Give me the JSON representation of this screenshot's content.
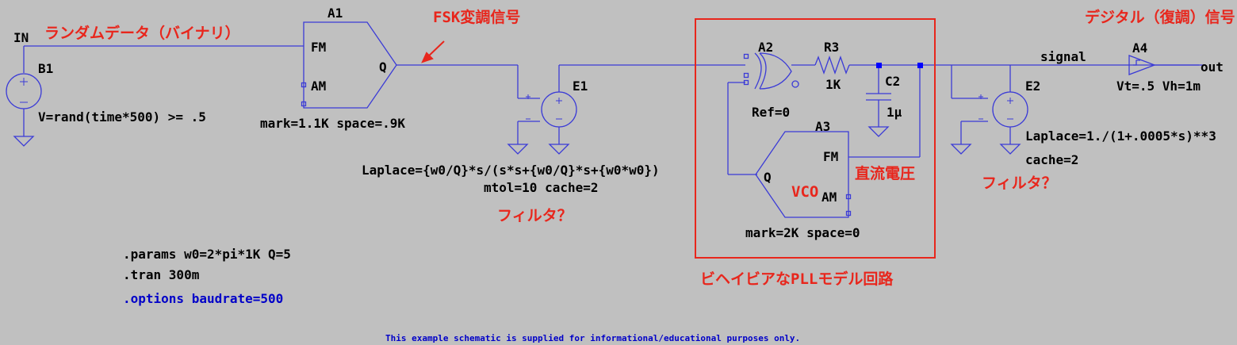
{
  "colors": {
    "wire": "#3b3bd6",
    "text": "#000000",
    "annotation": "#e8261c",
    "directive": "#0000c8",
    "background": "#c0c0c0"
  },
  "components": {
    "b1": {
      "name": "B1",
      "value": "V=rand(time*500) >= .5"
    },
    "a1": {
      "name": "A1",
      "pin_fm": "FM",
      "pin_am": "AM",
      "pin_q": "Q",
      "params": "mark=1.1K space=.9K"
    },
    "e1": {
      "name": "E1",
      "laplace": "Laplace={w0/Q}*s/(s*s+{w0/Q}*s+{w0*w0})",
      "opts": "mtol=10 cache=2"
    },
    "a2": {
      "name": "A2",
      "ref": "Ref=0"
    },
    "r3": {
      "name": "R3",
      "value": "1K"
    },
    "c2": {
      "name": "C2",
      "value": "1μ"
    },
    "a3": {
      "name": "A3",
      "pin_fm": "FM",
      "pin_am": "AM",
      "pin_q": "Q",
      "params": "mark=2K space=0"
    },
    "e2": {
      "name": "E2",
      "laplace": "Laplace=1./(1+.0005*s)**3",
      "opts": "cache=2"
    },
    "a4": {
      "name": "A4",
      "params": "Vt=.5 Vh=1m"
    }
  },
  "net_labels": {
    "in": "IN",
    "signal": "signal",
    "out": "out"
  },
  "annotations": {
    "random_data": "ランダムデータ（バイナリ）",
    "fsk_signal": "FSK変調信号",
    "filter_1": "フィルタ？",
    "vco": "VCO",
    "dc_voltage": "直流電圧",
    "pll_circuit": "ビヘイビアなPLLモデル回路",
    "filter_2": "フィルタ？",
    "demod_signal": "デジタル（復調）信号"
  },
  "directives": {
    "params": ".params w0=2*pi*1K Q=5",
    "tran": ".tran 300m",
    "options": ".options baudrate=500"
  },
  "footer": "This example schematic is supplied for informational/educational purposes only."
}
